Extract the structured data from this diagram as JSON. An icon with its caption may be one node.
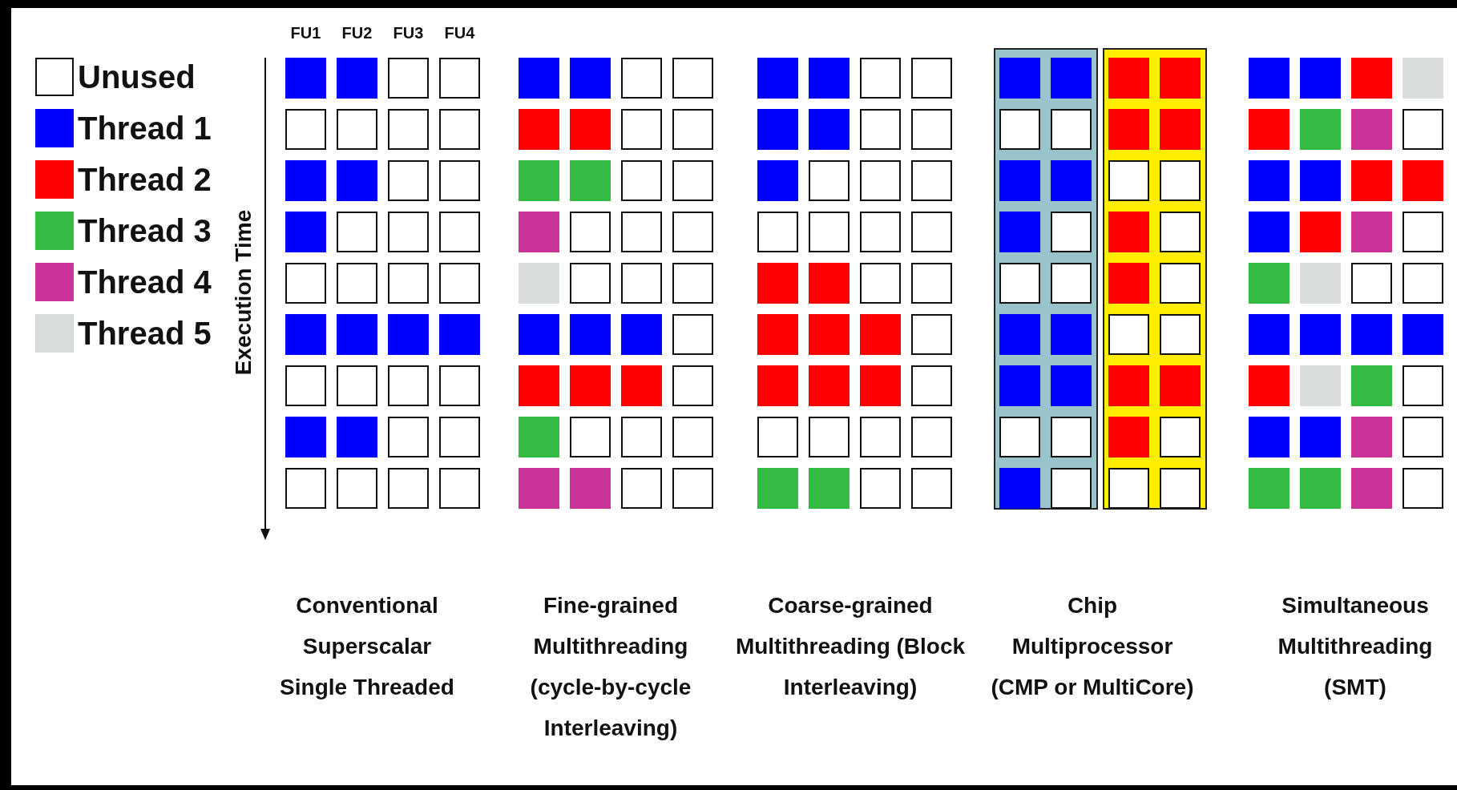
{
  "diagram": {
    "labels": [
      "FU1",
      "FU2",
      "FU3",
      "FU4",
      "Execution Time",
      "Conventional Superscalar Single Threaded",
      "Fine-grained Multithreading (cycle-by-cycle Interleaving)",
      "Coarse-grained Multithreading (Block Interleaving)",
      "Chip Multiprocessor (CMP or MultiCore)",
      "Simultaneous Multithreading (SMT)"
    ],
    "legend": [
      {
        "text": "Unused",
        "color": "#ffffff"
      },
      {
        "text": "Thread 1",
        "color": "#0000ff"
      },
      {
        "text": "Thread 2",
        "color": "#ff0000"
      },
      {
        "text": "Thread 3",
        "color": "#33bb44"
      },
      {
        "text": "Thread 4",
        "color": "#cc3399"
      },
      {
        "text": "Thread 5",
        "color": "#d8dcdc"
      }
    ]
  }
}
